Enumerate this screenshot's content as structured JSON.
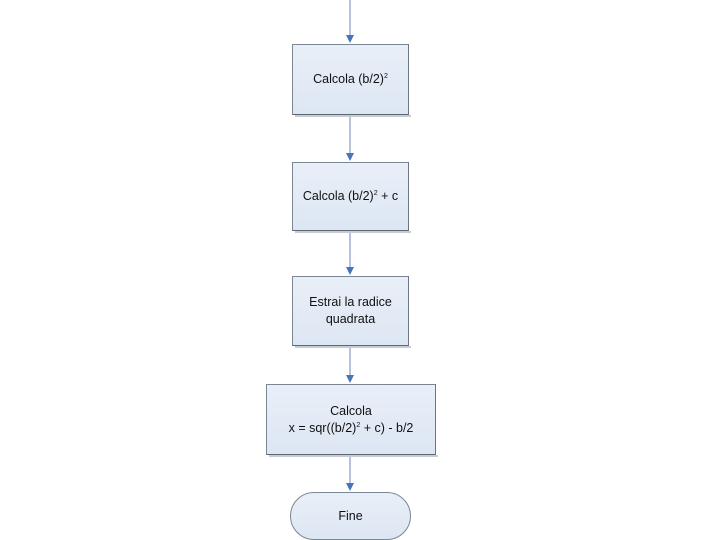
{
  "flowchart": {
    "steps": [
      {
        "shape": "process",
        "prefix": "Calcola (b/2)",
        "exponent": "2",
        "suffix": ""
      },
      {
        "shape": "process",
        "prefix": "Calcola (b/2)",
        "exponent": "2",
        "suffix": " + c"
      },
      {
        "shape": "process",
        "line1": "Estrai la radice",
        "line2": "quadrata"
      },
      {
        "shape": "process",
        "line1": "Calcola",
        "prefix": "x = sqr((b/2)",
        "exponent": "2",
        "suffix": " + c) - b/2"
      },
      {
        "shape": "terminator",
        "label": "Fine"
      }
    ],
    "colors": {
      "line": "#6b86b8",
      "arrowhead": "#4a73b8",
      "box_fill": "#e3eaf5",
      "box_border": "#7b8794"
    }
  }
}
